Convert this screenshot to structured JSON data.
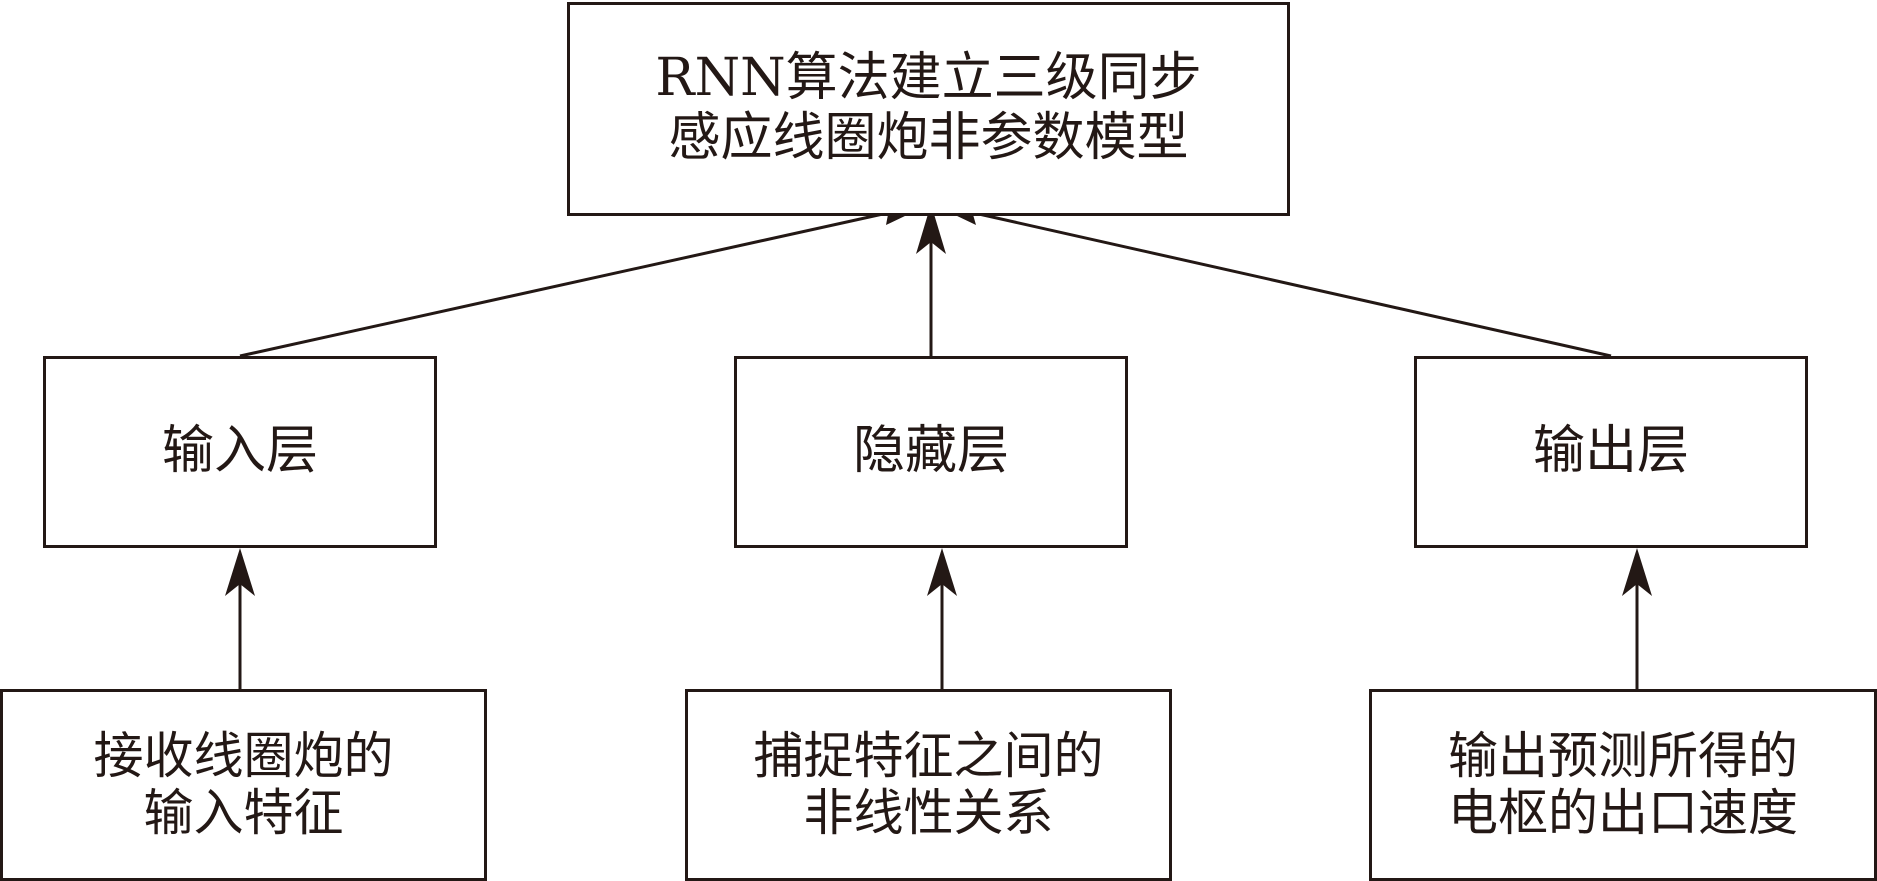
{
  "diagram": {
    "top": {
      "lines": [
        "RNN算法建立三级同步",
        "感应线圈炮非参数模型"
      ]
    },
    "layers": {
      "input": "输入层",
      "hidden": "隐藏层",
      "output": "输出层"
    },
    "descriptions": {
      "input": [
        "接收线圈炮的",
        "输入特征"
      ],
      "hidden": [
        "捕捉特征之间的",
        "非线性关系"
      ],
      "output": [
        "输出预测所得的",
        "电枢的出口速度"
      ]
    },
    "colors": {
      "stroke": "#231815",
      "background": "#ffffff"
    }
  }
}
